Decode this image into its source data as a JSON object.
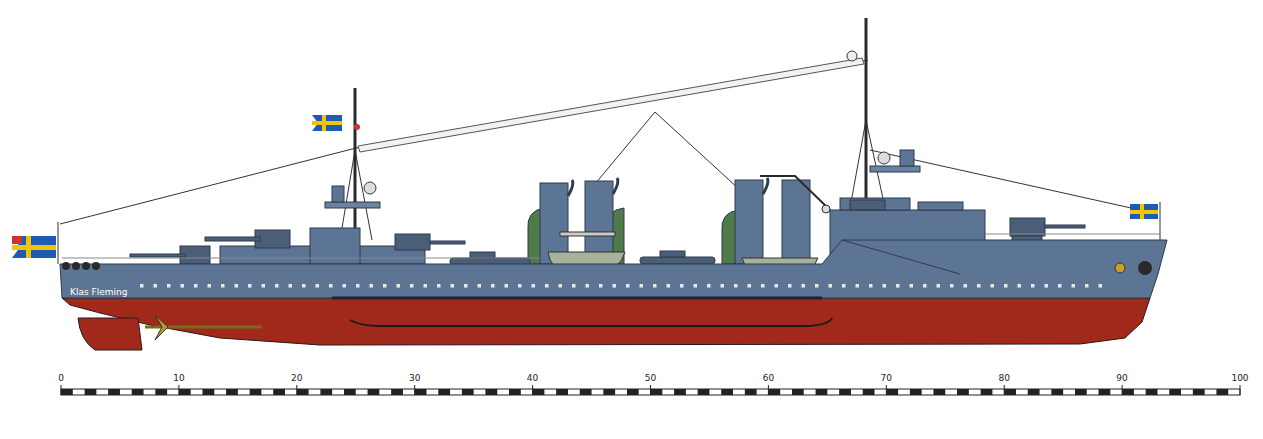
{
  "diagram": {
    "labels": [
      "Klas Fleming",
      "0",
      "10",
      "20",
      "30",
      "40",
      "50",
      "60",
      "70",
      "80",
      "90",
      "100"
    ]
  }
}
